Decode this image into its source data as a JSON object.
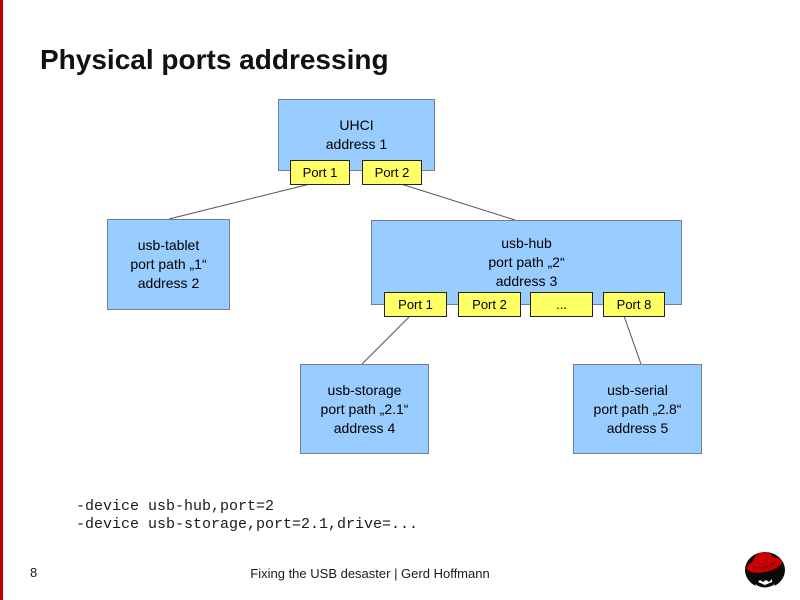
{
  "slide": {
    "title": "Physical ports addressing",
    "page_number": "8",
    "footer": "Fixing the USB desaster  |  Gerd Hoffmann"
  },
  "colors": {
    "accent_bar": "#c00000",
    "node_fill": "#99ccff",
    "node_border": "#708090",
    "port_fill": "#ffff66",
    "port_border": "#222222",
    "connector": "#555555",
    "logo_red": "#cc0000",
    "logo_black": "#0a0a0a"
  },
  "diagram": {
    "nodes": {
      "uhci": {
        "lines": [
          "UHCI",
          "address 1"
        ],
        "ports": [
          "Port 1",
          "Port 2"
        ]
      },
      "tablet": {
        "lines": [
          "usb-tablet",
          "port path „1“",
          "address 2"
        ]
      },
      "hub": {
        "lines": [
          "usb-hub",
          "port path „2“",
          "address 3"
        ],
        "ports": [
          "Port 1",
          "Port 2",
          "...",
          "Port 8"
        ]
      },
      "storage": {
        "lines": [
          "usb-storage",
          "port path „2.1“",
          "address 4"
        ]
      },
      "serial": {
        "lines": [
          "usb-serial",
          "port path „2.8“",
          "address 5"
        ]
      }
    }
  },
  "code": {
    "lines": [
      "-device usb-hub,port=2",
      "-device usb-storage,port=2.1,drive=..."
    ]
  },
  "icons": {
    "logo": "redhat-shadowman-logo"
  }
}
